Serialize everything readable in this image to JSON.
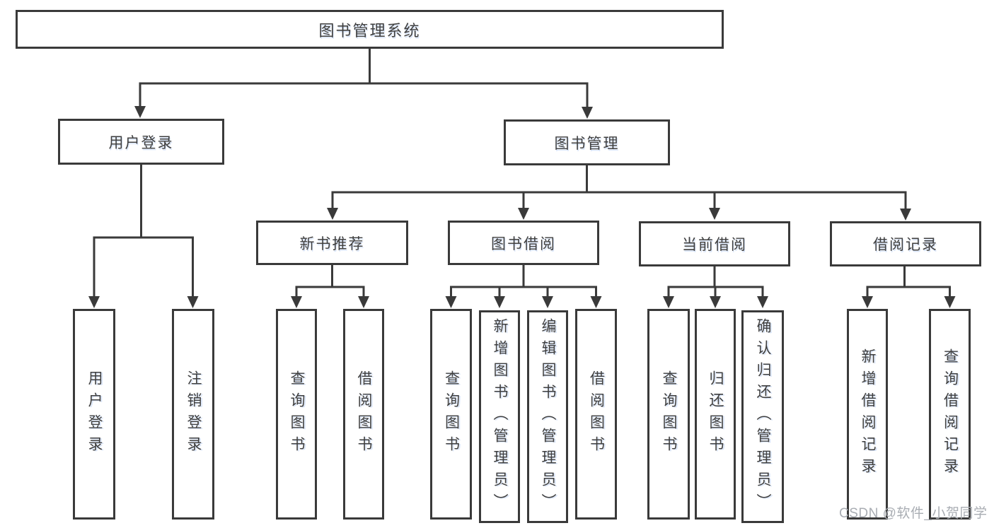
{
  "colors": {
    "line": "#3a3a3a",
    "text": "#3f3f3f",
    "background": "#ffffff",
    "watermark": "#a9adb3"
  },
  "watermark": {
    "text": "CSDN @软件_小贺同学"
  },
  "tree": {
    "label": "图书管理系统",
    "children": [
      {
        "label": "用户登录",
        "children": [
          {
            "label": "用户登录"
          },
          {
            "label": "注销登录"
          }
        ]
      },
      {
        "label": "图书管理",
        "children": [
          {
            "label": "新书推荐",
            "children": [
              {
                "label": "查询图书"
              },
              {
                "label": "借阅图书"
              }
            ]
          },
          {
            "label": "图书借阅",
            "children": [
              {
                "label": "查询图书"
              },
              {
                "label": "新增图书（管理员）"
              },
              {
                "label": "编辑图书（管理员）"
              },
              {
                "label": "借阅图书"
              }
            ]
          },
          {
            "label": "当前借阅",
            "children": [
              {
                "label": "查询图书"
              },
              {
                "label": "归还图书"
              },
              {
                "label": "确认归还（管理员）"
              }
            ]
          },
          {
            "label": "借阅记录",
            "children": [
              {
                "label": "新增借阅记录"
              },
              {
                "label": "查询借阅记录"
              }
            ]
          }
        ]
      }
    ]
  }
}
